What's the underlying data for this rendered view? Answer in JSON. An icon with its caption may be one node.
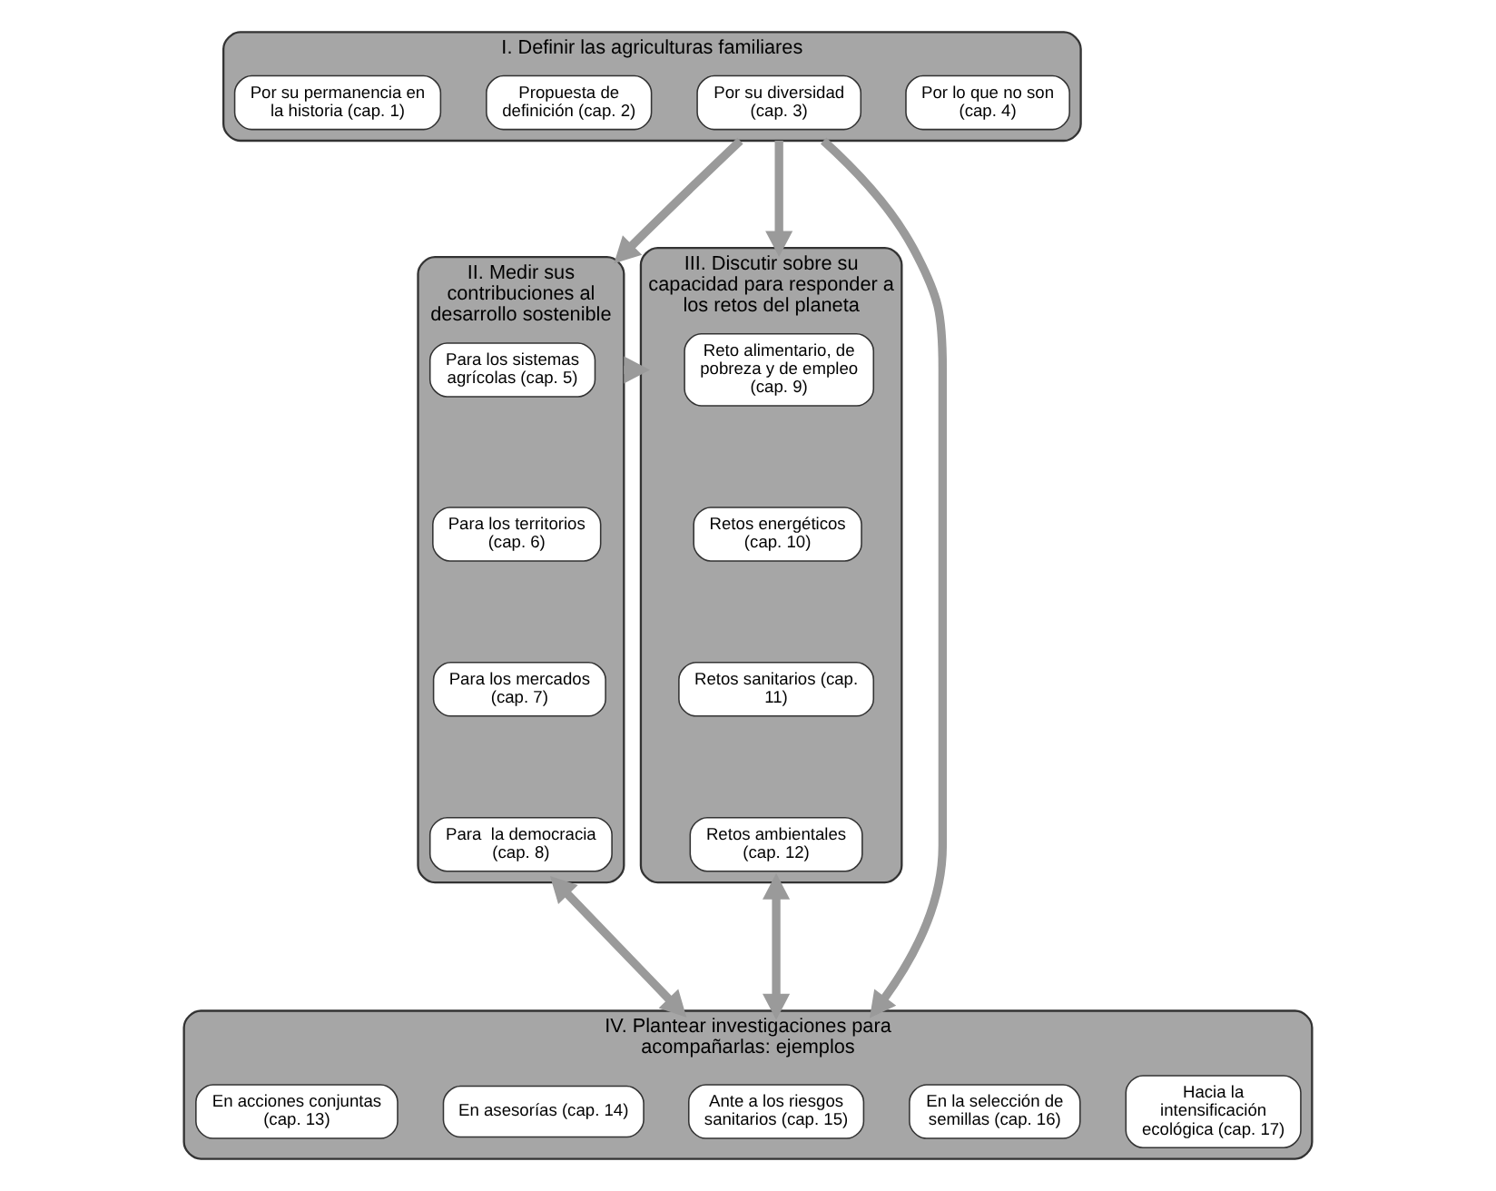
{
  "diagram": {
    "nodes": [
      {
        "text": [
          "I. Definir las agriculturas familiares"
        ]
      },
      {
        "text": [
          "Por su permanencia en la historia (cap. 1)"
        ],
        "in": 0
      },
      {
        "text": [
          "Propuesta de definición (cap. 2)"
        ],
        "in": 0
      },
      {
        "text": [
          "Por su diversidad (cap. 3)"
        ],
        "in": 0
      },
      {
        "text": [
          "Por lo que no son (cap. 4)"
        ],
        "in": 0
      },
      {
        "text": [
          "II. Medir sus contribuciones al desarrollo sostenible"
        ]
      },
      {
        "text": [
          "Para los sistemas agrícolas (cap. 5)"
        ],
        "in": 5
      },
      {
        "text": [
          "Para los territorios (cap. 6)"
        ],
        "in": 5
      },
      {
        "text": [
          "Para los mercados (cap. 7)"
        ],
        "in": 5
      },
      {
        "text": [
          "Para  la democracia (cap. 8)"
        ],
        "in": 5
      },
      {
        "text": [
          "III. Discutir sobre su capacidad para responder a los retos del planeta"
        ]
      },
      {
        "text": [
          "Reto alimentario, de pobreza y de empleo (cap. 9)"
        ],
        "in": 10
      },
      {
        "text": [
          "Retos energéticos (cap. 10)"
        ],
        "in": 10
      },
      {
        "text": [
          "Retos sanitarios (cap. 11)"
        ],
        "in": 10
      },
      {
        "text": [
          "Retos ambientales (cap. 12)"
        ],
        "in": 10
      },
      {
        "text": [
          "IV. Plantear investigaciones para acompañarlas: ejemplos"
        ]
      },
      {
        "text": [
          "En acciones conjuntas (cap. 13)"
        ],
        "in": 15
      },
      {
        "text": [
          "En asesorías (cap. 14)"
        ],
        "in": 15
      },
      {
        "text": [
          "Ante a los riesgos sanitarios (cap. 15)"
        ],
        "in": 15
      },
      {
        "text": [
          "En la selección de semillas (cap. 16)"
        ],
        "in": 15
      },
      {
        "text": [
          "Hacia la intensificación ecológica (cap. 17)"
        ],
        "in": 15
      }
    ],
    "edges": [
      {
        "from": 0,
        "to": 5,
        "arrow": "to"
      },
      {
        "from": 0,
        "to": 15,
        "arrow": "to"
      },
      {
        "from": 0,
        "to": 10,
        "arrow": "to"
      },
      {
        "from": 5,
        "to": 10,
        "arrow": "to"
      },
      {
        "from": 5,
        "to": 15,
        "arrow": "both"
      },
      {
        "from": 10,
        "to": 15,
        "arrow": "both"
      }
    ]
  }
}
